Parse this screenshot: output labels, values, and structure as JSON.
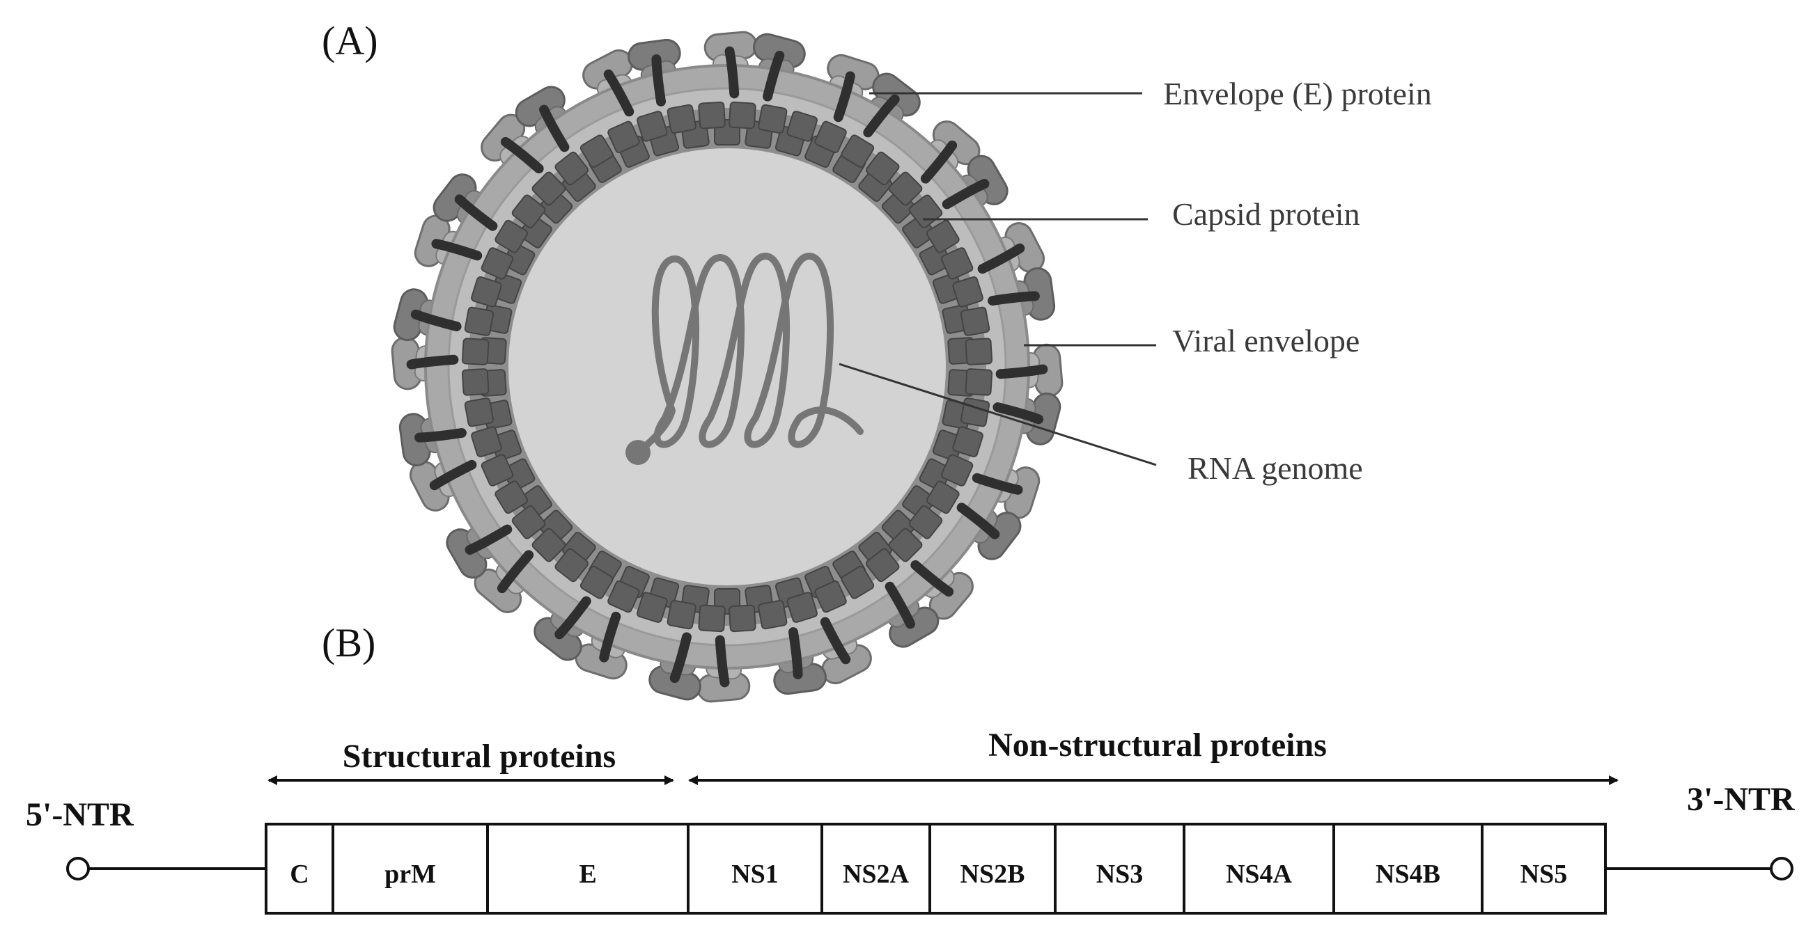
{
  "panels": {
    "a": "(A)",
    "b": "(B)"
  },
  "callouts": {
    "envelope_protein": "Envelope (E) protein",
    "capsid_protein": "Capsid protein",
    "viral_envelope": "Viral envelope",
    "rna_genome": "RNA genome"
  },
  "genome": {
    "five_prime": "5'-NTR",
    "three_prime": "3'-NTR",
    "structural_label": "Structural proteins",
    "nonstructural_label": "Non-structural proteins",
    "segments": [
      "C",
      "prM",
      "E",
      "NS1",
      "NS2A",
      "NS2B",
      "NS3",
      "NS4A",
      "NS4B",
      "NS5"
    ]
  },
  "colors": {
    "core": "#d3d3d3",
    "capsid": "#5f5f5f",
    "membrane": "#a9a9a9",
    "protein_light": "#9d9d9d",
    "protein_dark": "#7c7c7c",
    "anchor": "#2f2f2f",
    "rna": "#767676",
    "ink": "#111111"
  }
}
